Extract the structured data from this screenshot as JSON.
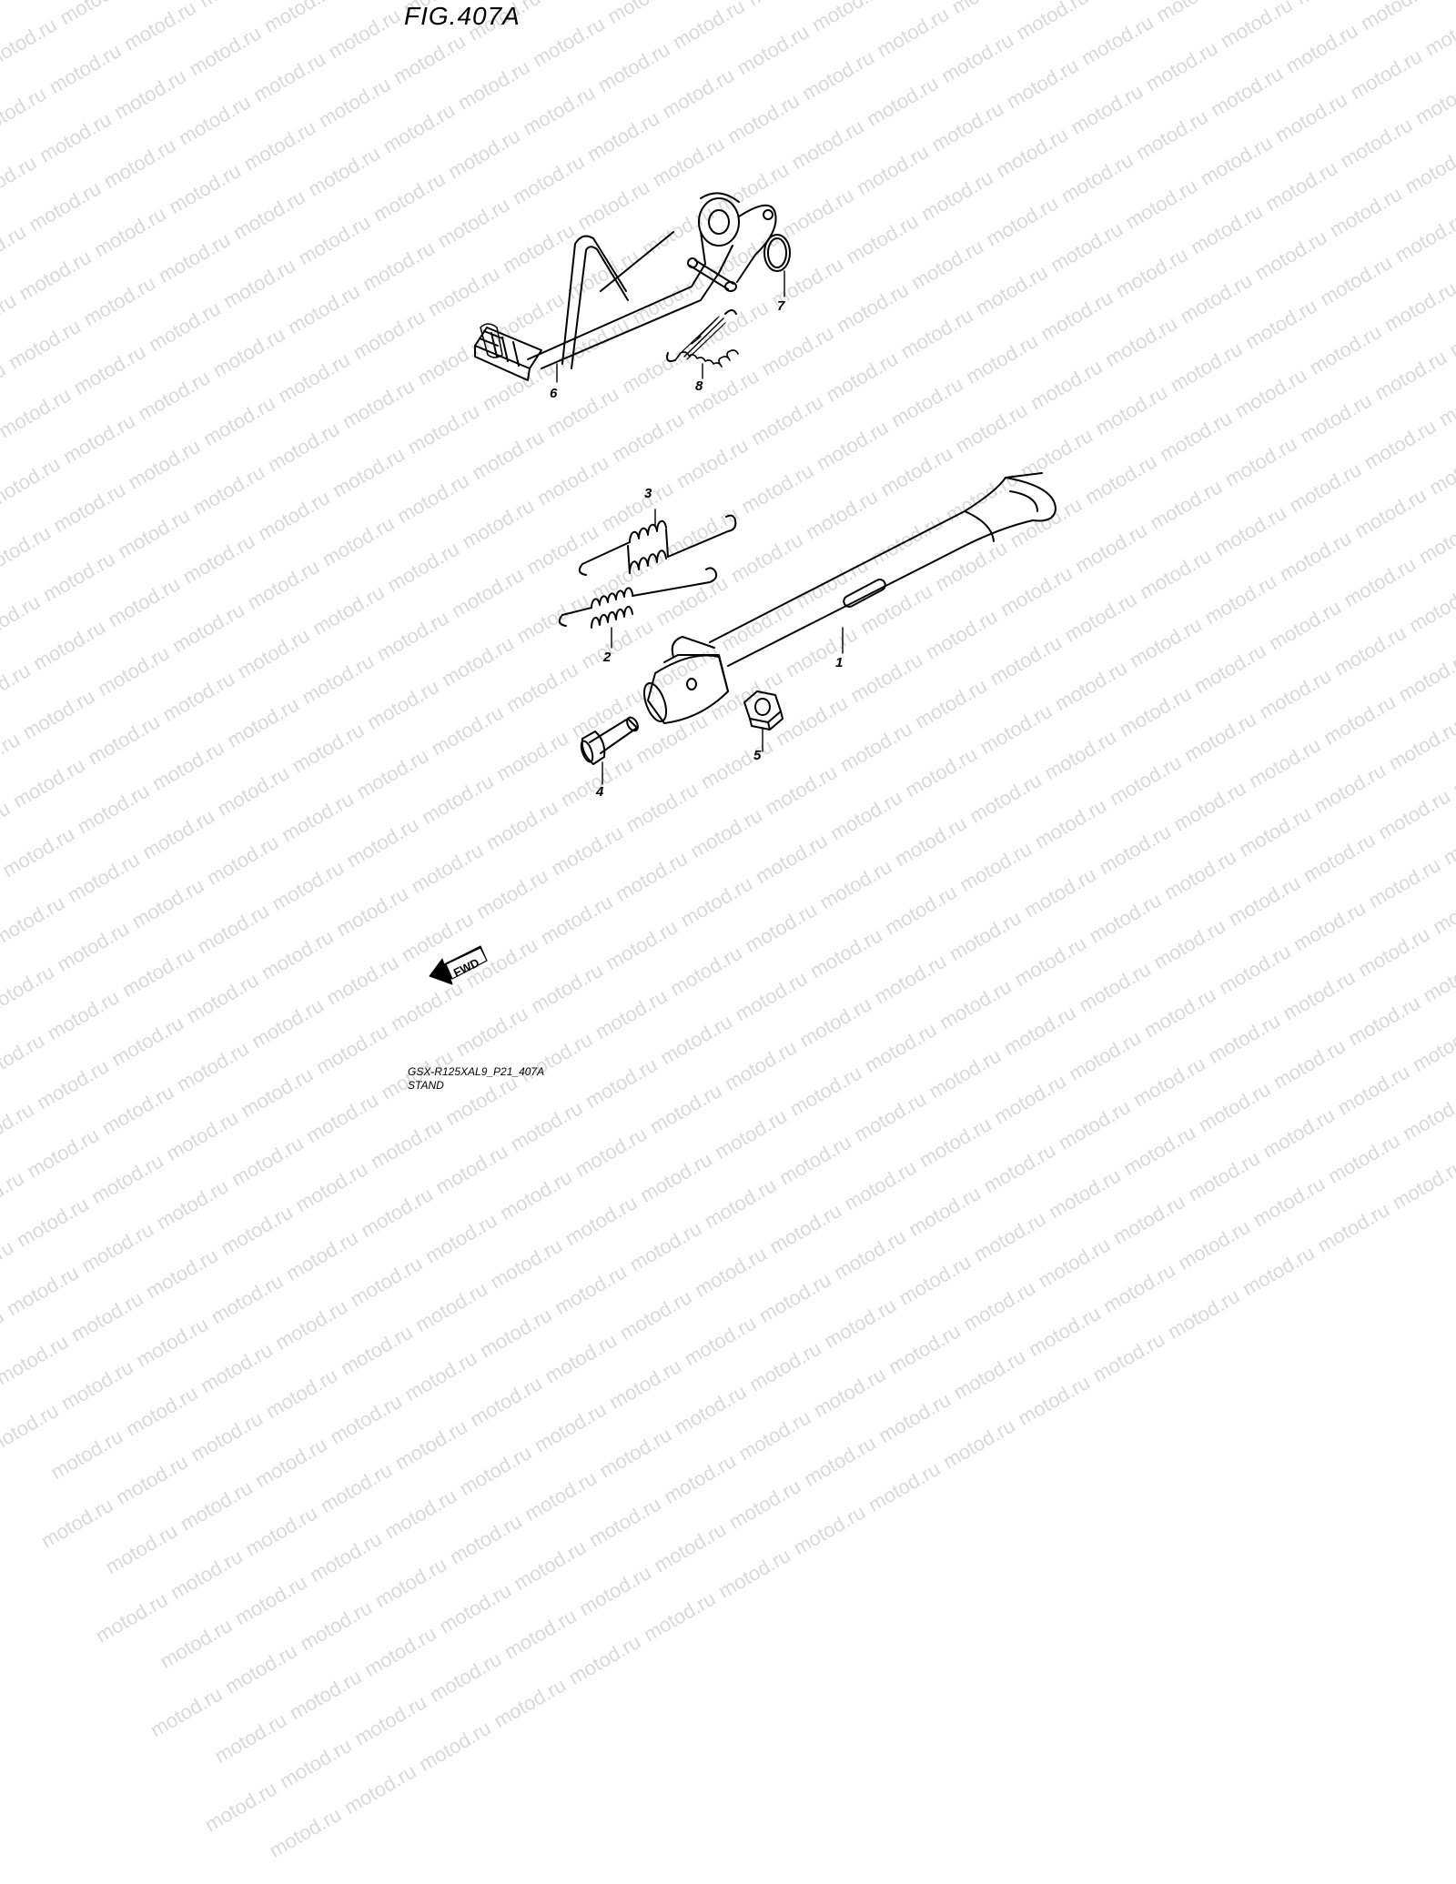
{
  "figure": {
    "title": "FIG.407A"
  },
  "watermark": {
    "text": "motod.ru"
  },
  "callouts": [
    {
      "id": "1",
      "label": "1"
    },
    {
      "id": "2",
      "label": "2"
    },
    {
      "id": "3",
      "label": "3"
    },
    {
      "id": "4",
      "label": "4"
    },
    {
      "id": "5",
      "label": "5"
    },
    {
      "id": "6",
      "label": "6"
    },
    {
      "id": "7",
      "label": "7"
    },
    {
      "id": "8",
      "label": "8"
    }
  ],
  "fwd_arrow": {
    "label": "FWD"
  },
  "footer": {
    "model_code": "GSX-R125XAL9_P21_407A",
    "section": "STAND"
  },
  "colors": {
    "line": "#000000",
    "watermark": "#d9d9d9",
    "background": "#ffffff"
  }
}
